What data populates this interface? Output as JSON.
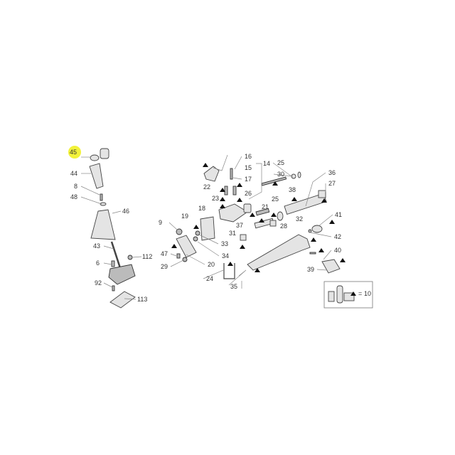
{
  "diagram": {
    "title_hint": "",
    "highlight_color": "#f2f23a",
    "highlighted_part": "45",
    "callouts": [
      "45",
      "44",
      "8",
      "48",
      "46",
      "43",
      "6",
      "112",
      "92",
      "113",
      "16",
      "15",
      "14",
      "17",
      "22",
      "23",
      "26",
      "21",
      "18",
      "19",
      "9",
      "47",
      "29",
      "20",
      "24",
      "34",
      "33",
      "31",
      "37",
      "28",
      "32",
      "35",
      "25",
      "30",
      "38",
      "25",
      "36",
      "27",
      "41",
      "42",
      "40",
      "39"
    ],
    "legend": {
      "symbol": "▲",
      "equals": "=",
      "quantity": "10"
    }
  }
}
